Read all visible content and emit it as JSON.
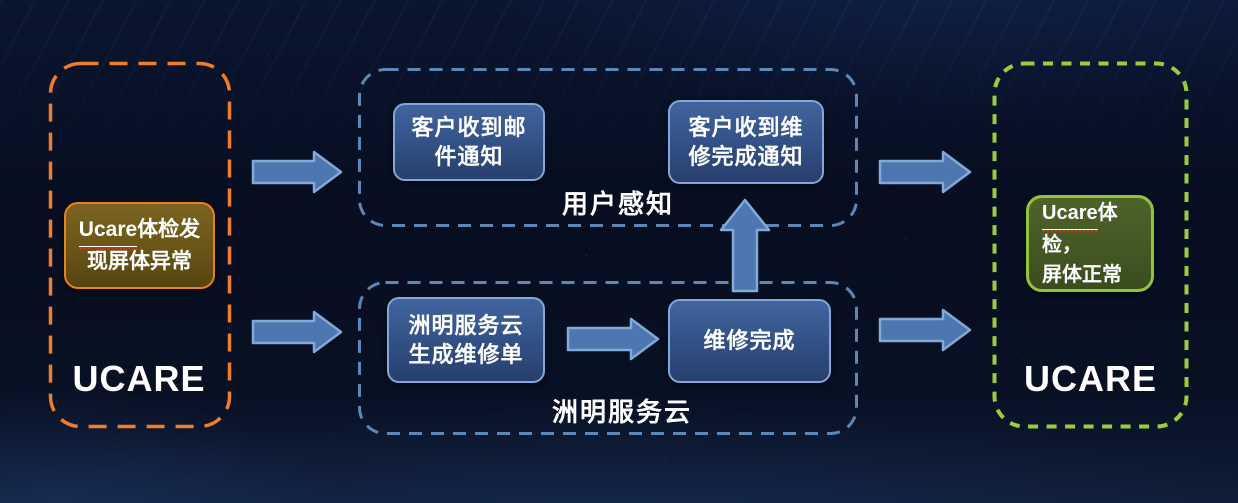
{
  "colors": {
    "background": "#081022",
    "accent_orange": "#ED7D31",
    "accent_green": "#9ACD3E",
    "container_blue_dash": "#5D88B5",
    "box_blue_border": "#82A8D8",
    "box_blue_fill": "#34538A",
    "orange_box_fill": "#6A5517",
    "green_box_fill": "#435723",
    "arrow_fill": "#4C77B0",
    "arrow_stroke": "#83A9D6",
    "text": "#FFFFFF"
  },
  "left_panel": {
    "label": "UCARE",
    "box": {
      "line1_prefix": "Ucare",
      "line1_suffix": "体检发",
      "line2": "现屏体异常"
    }
  },
  "user_perception": {
    "title": "用户感知",
    "email_notice_box": {
      "line1": "客户收到邮",
      "line2": "件通知"
    },
    "repair_done_notice_box": {
      "line1": "客户收到维",
      "line2": "修完成通知"
    }
  },
  "service_cloud": {
    "title": "洲明服务云",
    "create_order_box": {
      "line1": "洲明服务云",
      "line2": "生成维修单"
    },
    "repair_done_box": {
      "label": "维修完成"
    }
  },
  "right_panel": {
    "label": "UCARE",
    "box": {
      "line1_prefix": "Ucare",
      "line1_suffix": "体检，",
      "line2": "屏体正常"
    }
  }
}
